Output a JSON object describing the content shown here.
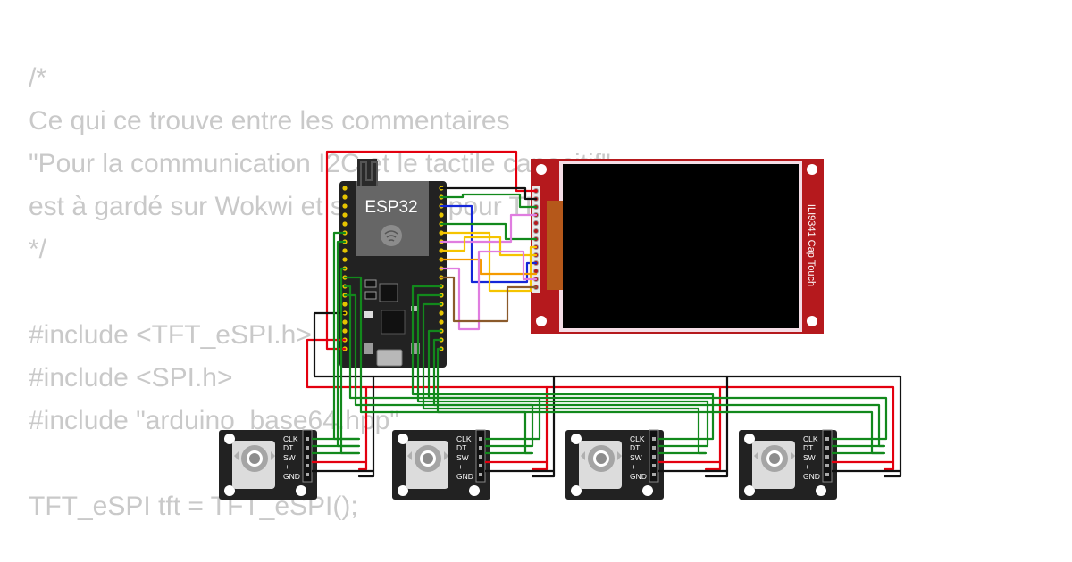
{
  "code_lines": [
    "/*",
    "Ce qui ce trouve entre les commentaires",
    "\"Pour la communication I2C et le tactile capacitif\"",
    "est à gardé sur Wokwi et supprimé pour TFT_eSPI",
    "*/",
    "",
    "#include <TFT_eSPI.h>",
    "#include <SPI.h>",
    "#include \"arduino_base64.hpp\"",
    "",
    "TFT_eSPI tft = TFT_eSPI();"
  ],
  "mcu": {
    "label": "ESP32"
  },
  "display": {
    "label": "ILI9341 Cap Touch"
  },
  "encoder_pins": [
    "CLK",
    "DT",
    "SW",
    "+",
    "GND"
  ],
  "encoders": [
    {
      "id": "encoder1"
    },
    {
      "id": "encoder2"
    },
    {
      "id": "encoder3"
    },
    {
      "id": "encoder4"
    }
  ],
  "colors": {
    "pcb_red": "#b5191d",
    "pcb_black": "#222222",
    "screen": "#000000",
    "code_text": "#c9c9c9",
    "wire_red": "#e3000f",
    "wire_black": "#111111",
    "wire_green": "#12891c",
    "wire_blue": "#1426d8",
    "wire_yellow": "#f5c400",
    "wire_orange": "#f59b00",
    "wire_violet": "#e07de0",
    "wire_brown": "#8b5a2b"
  }
}
